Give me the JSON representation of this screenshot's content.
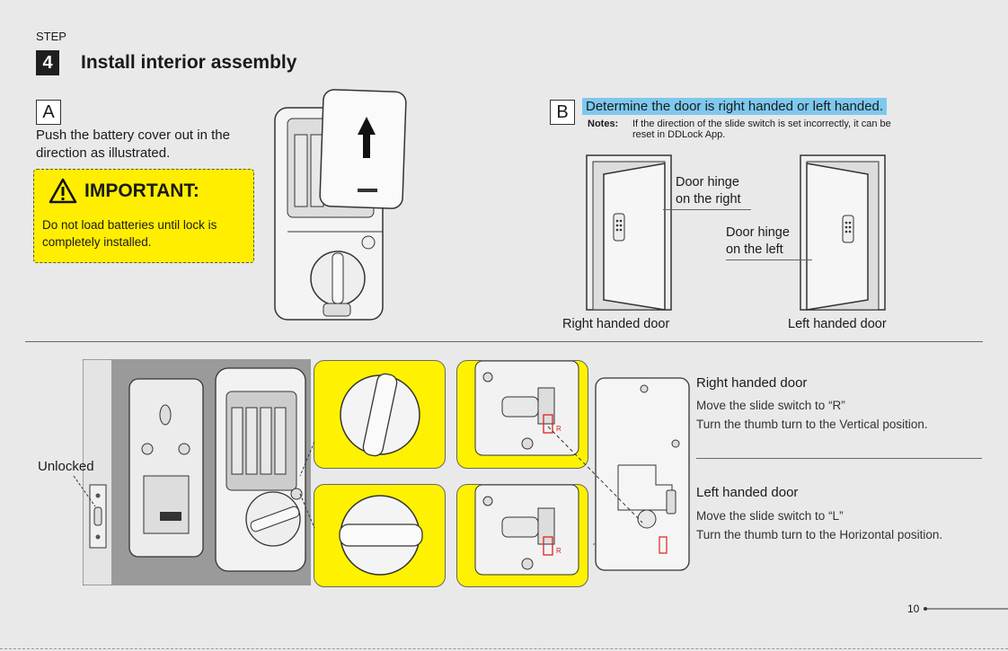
{
  "step": {
    "label": "STEP",
    "number": "4",
    "title": "Install interior assembly"
  },
  "section_a": {
    "letter": "A",
    "instruction": "Push the battery cover out in the direction as illustrated.",
    "important_title": "IMPORTANT:",
    "important_body": "Do not load batteries until lock is completely installed."
  },
  "section_b": {
    "letter": "B",
    "title": "Determine the door is right handed or left handed.",
    "notes_label": "Notes:",
    "notes_text": "If the direction of the slide switch is set incorrectly, it can be reset in DDLock App.",
    "hinge_right": "Door hinge on the right",
    "hinge_left": "Door hinge on the left",
    "right_door": "Right handed door",
    "left_door": "Left handed door"
  },
  "bottom": {
    "unlocked": "Unlocked",
    "right_title": "Right handed door",
    "right_line1": "Move the slide switch to “R”",
    "right_line2": "Turn the thumb turn to the Vertical position.",
    "left_title": "Left handed door",
    "left_line1": "Move the slide switch to “L”",
    "left_line2": "Turn the thumb turn to the Horizontal position.",
    "switch_r": "R",
    "switch_l": "R"
  },
  "page_number": "10",
  "colors": {
    "important_bg": "#ffee00",
    "highlight": "#7ec8ee",
    "yellow_panel": "#fff200"
  }
}
